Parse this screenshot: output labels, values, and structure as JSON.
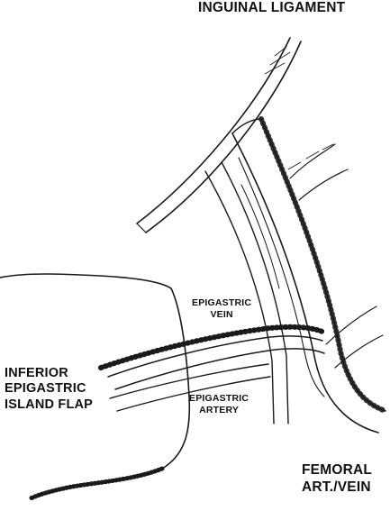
{
  "labels": {
    "inguinal_ligament": "INGUINAL LIGAMENT",
    "epigastric_vein": [
      "EPIGASTRIC",
      "VEIN"
    ],
    "epigastric_artery": [
      "EPIGASTRIC",
      "ARTERY"
    ],
    "flap": [
      "INFERIOR",
      "EPIGASTRIC",
      "ISLAND FLAP"
    ],
    "femoral": [
      "FEMORAL",
      "ART./VEIN"
    ]
  }
}
